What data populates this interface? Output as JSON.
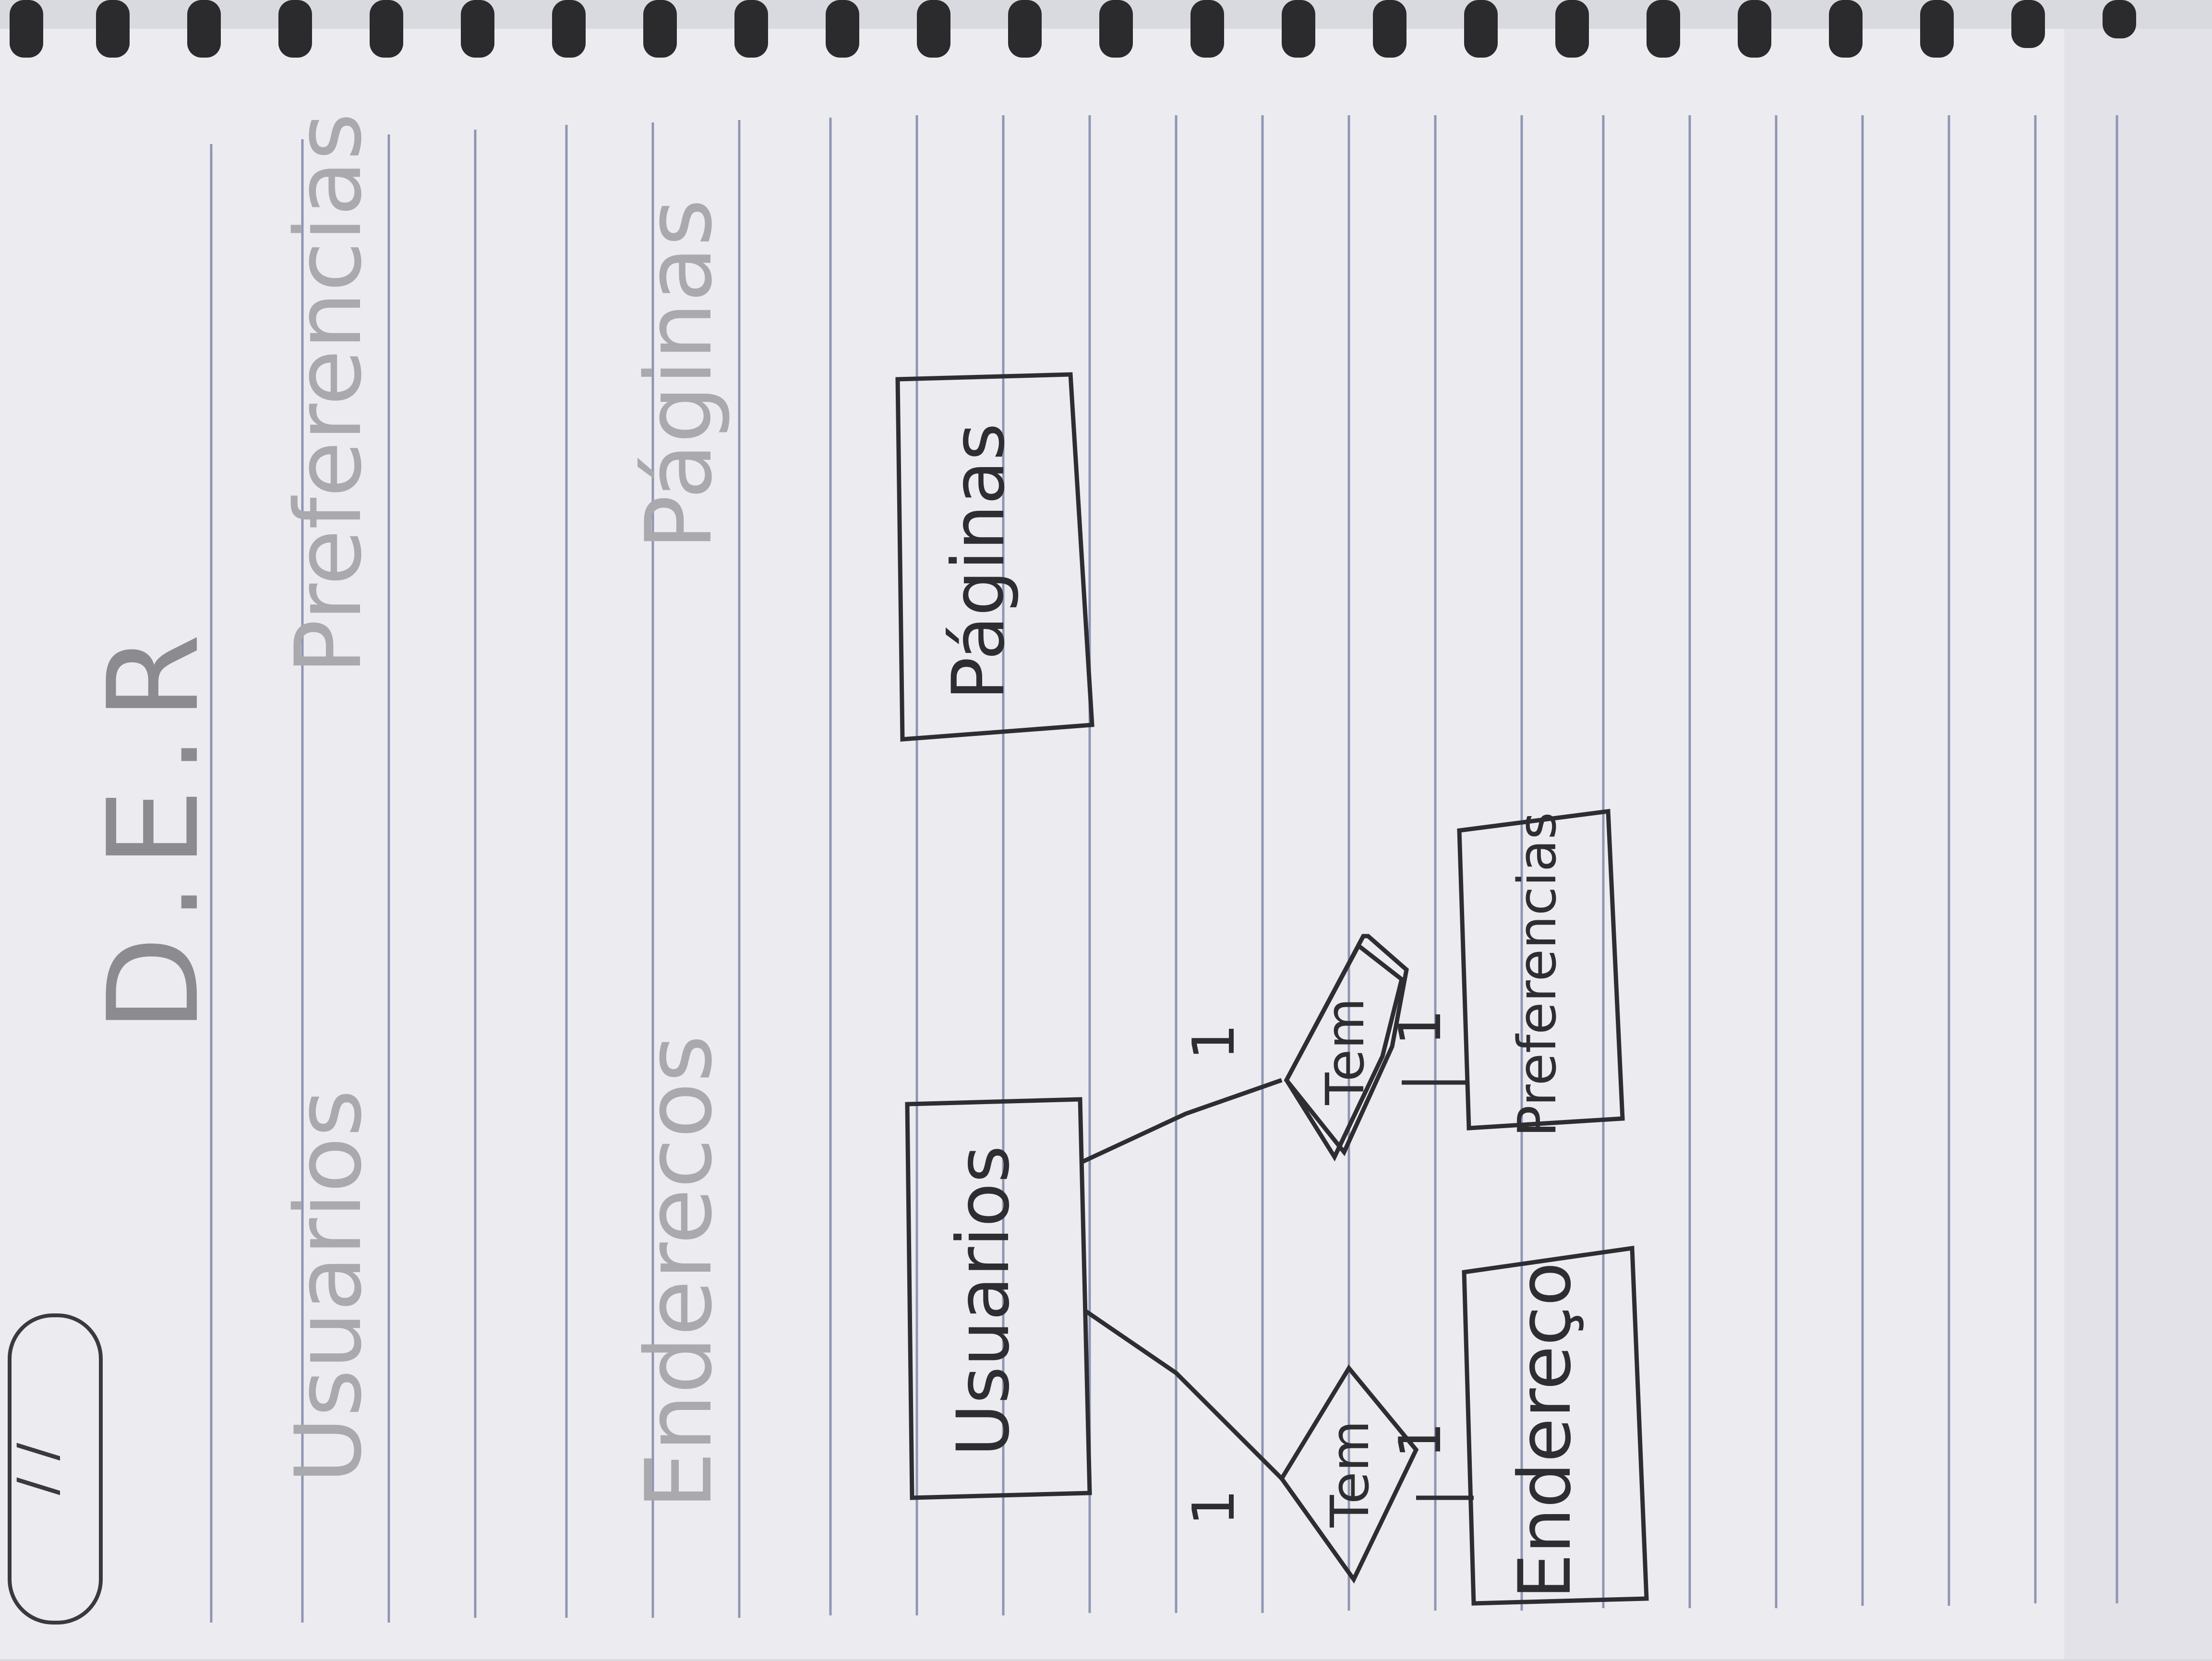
{
  "page": {
    "title": "D.E.R",
    "date_box": "/ /",
    "paper_color": "#ececf0",
    "line_color": "#8f96b4",
    "ink_color": "#2e2e32",
    "pencil_color": "#a9a9ae"
  },
  "pencil_notes": [
    "Usuarios",
    "Preferencias",
    "Enderecos",
    "Páginas"
  ],
  "diagram": {
    "entities": {
      "usuarios": "Usuarios",
      "paginas": "Páginas",
      "preferencias": "Preferencias",
      "enderecos": "Endereço"
    },
    "relationships": {
      "tem_preferencias": "Tem",
      "tem_enderecos": "Tem"
    },
    "cardinalities": {
      "usuarios_tem_pref": "1",
      "tem_pref_preferencias": "1",
      "usuarios_tem_end": "1",
      "tem_end_enderecos": "1"
    }
  }
}
